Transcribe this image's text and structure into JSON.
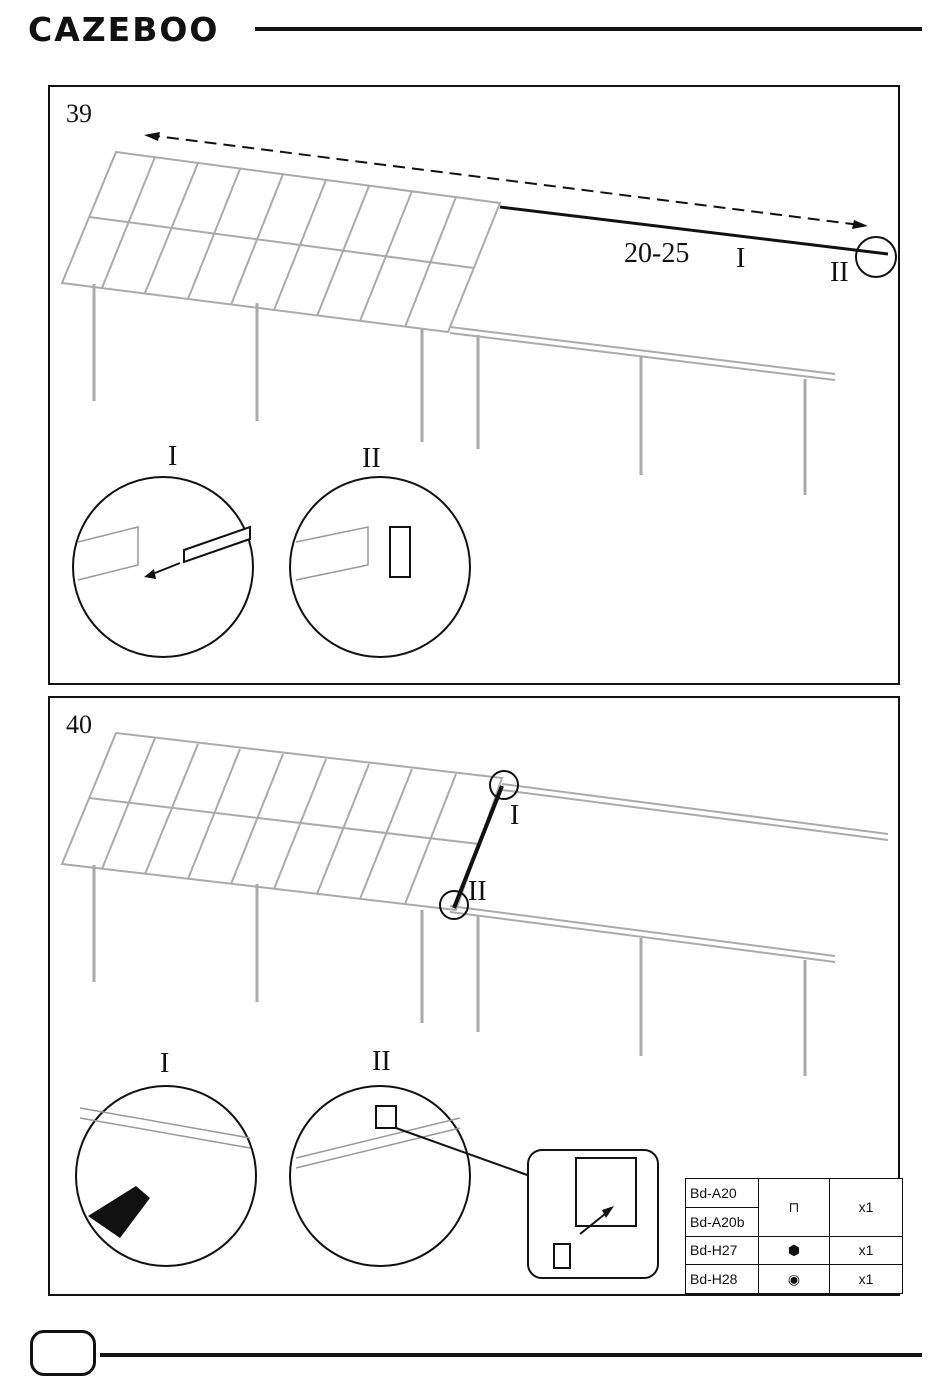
{
  "brand": {
    "logo_text": "CAZEBOO"
  },
  "step39": {
    "number": "39",
    "measure": "20-25",
    "callout_1": "I",
    "callout_2": "II",
    "detail_1": "I",
    "detail_2": "II"
  },
  "step40": {
    "number": "40",
    "callout_1": "I",
    "callout_2": "II",
    "detail_1": "I",
    "detail_2": "II"
  },
  "parts": [
    {
      "code": "Bd-A20",
      "alt_code": "Bd-A20b",
      "icon": "bracket-icon",
      "qty": "x1"
    },
    {
      "code": "Bd-H27",
      "icon": "bolt-icon",
      "qty": "x1"
    },
    {
      "code": "Bd-H28",
      "icon": "nut-icon",
      "qty": "x1"
    }
  ]
}
